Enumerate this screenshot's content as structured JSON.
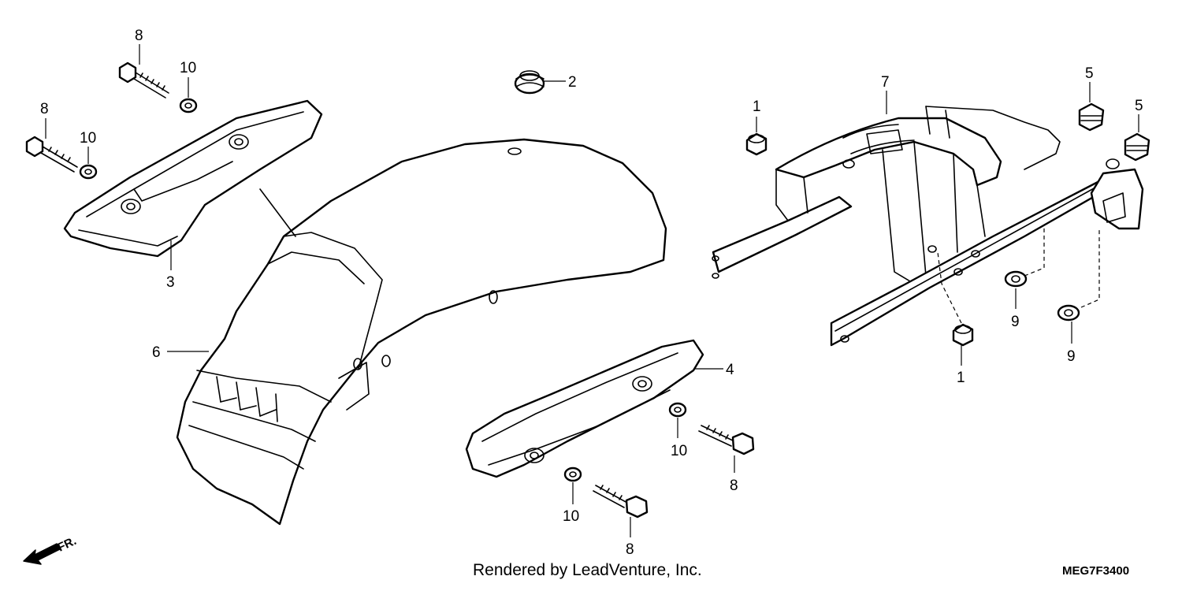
{
  "diagram": {
    "callouts": {
      "c8_top": "8",
      "c10_top": "10",
      "c8_left": "8",
      "c10_left": "10",
      "c3": "3",
      "c2": "2",
      "c6": "6",
      "c4": "4",
      "c10_mid": "10",
      "c8_mid": "8",
      "c10_low": "10",
      "c8_low": "8",
      "c1_top": "1",
      "c7": "7",
      "c5_a": "5",
      "c5_b": "5",
      "c9_a": "9",
      "c9_b": "9",
      "c1_low": "1"
    },
    "direction_label": "FR.",
    "credit": "Rendered by LeadVenture, Inc.",
    "diagram_code": "MEG7F3400"
  }
}
